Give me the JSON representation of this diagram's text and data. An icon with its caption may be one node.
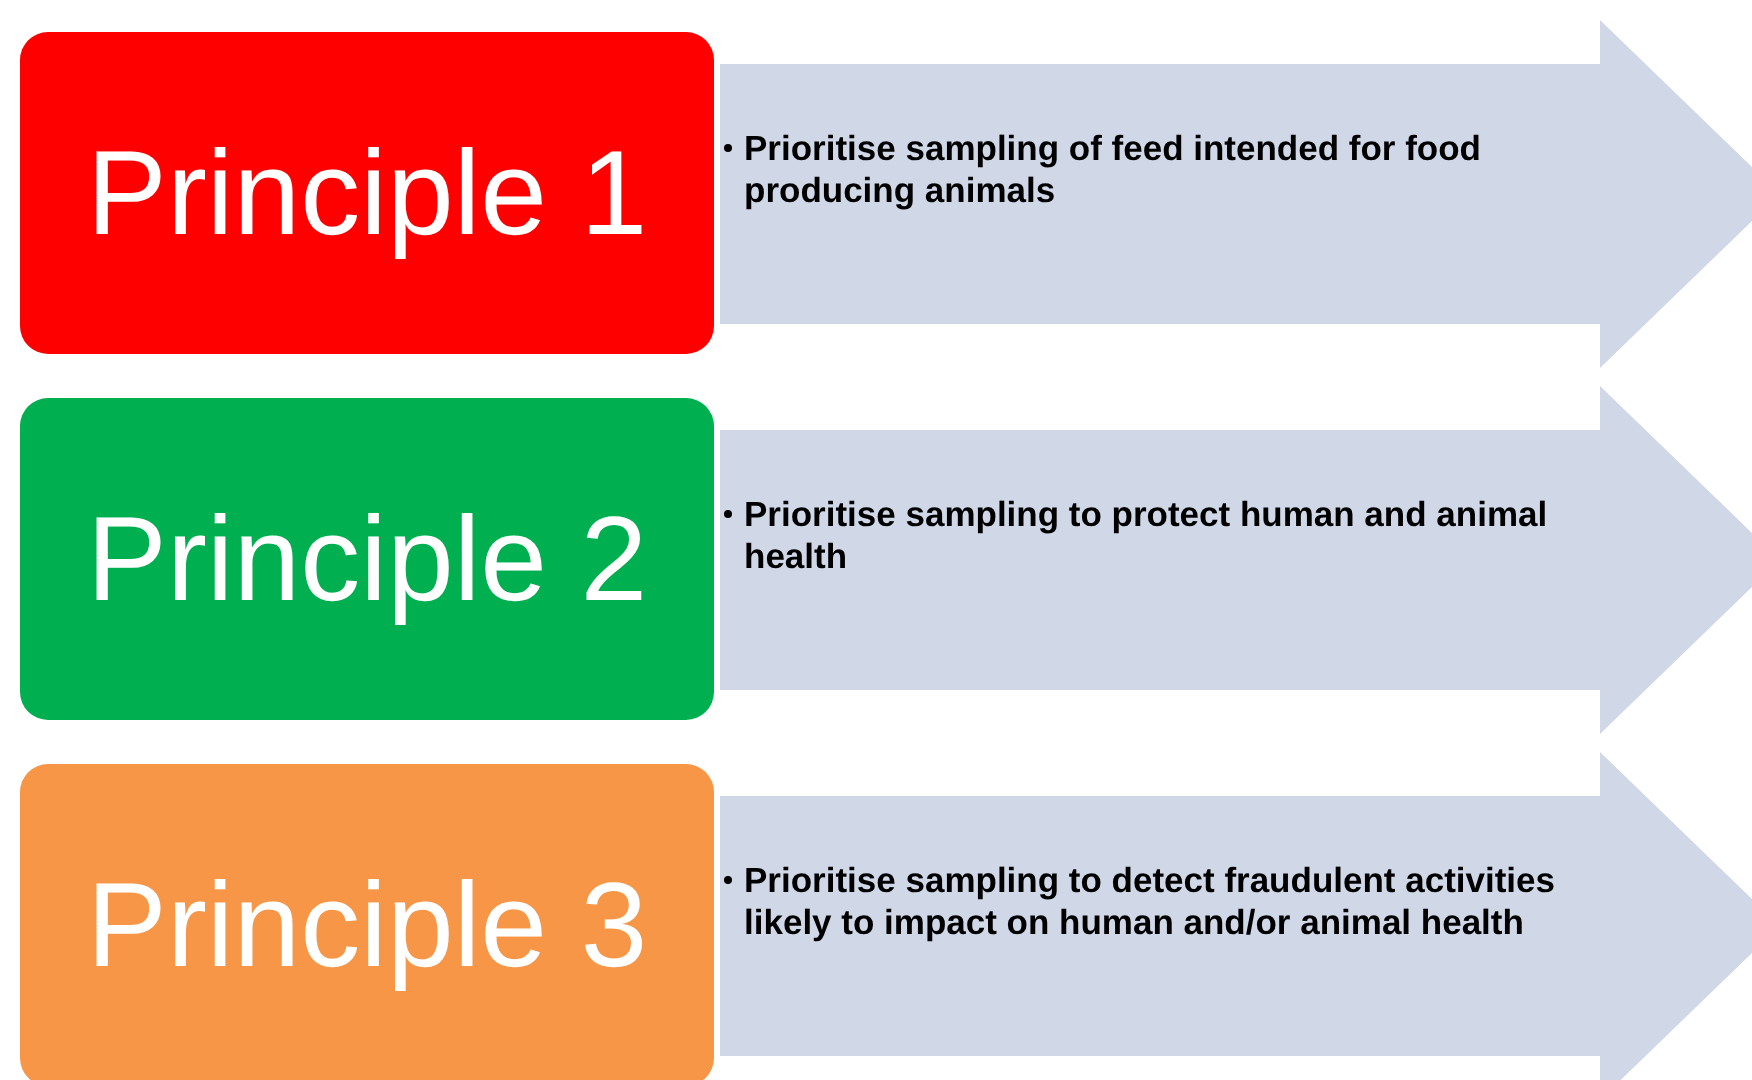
{
  "diagram": {
    "nodes": [
      {
        "text": [
          "Principle 1"
        ]
      },
      {
        "text": [
          "Prioritise sampling of feed intended for food producing animals"
        ]
      },
      {
        "text": [
          "Principle 2"
        ]
      },
      {
        "text": [
          "Prioritise sampling to protect human and animal health"
        ]
      },
      {
        "text": [
          "Principle 3"
        ]
      },
      {
        "text": [
          "Prioritise sampling to detect fraudulent activities likely to impact on human and/or animal health"
        ]
      }
    ]
  }
}
